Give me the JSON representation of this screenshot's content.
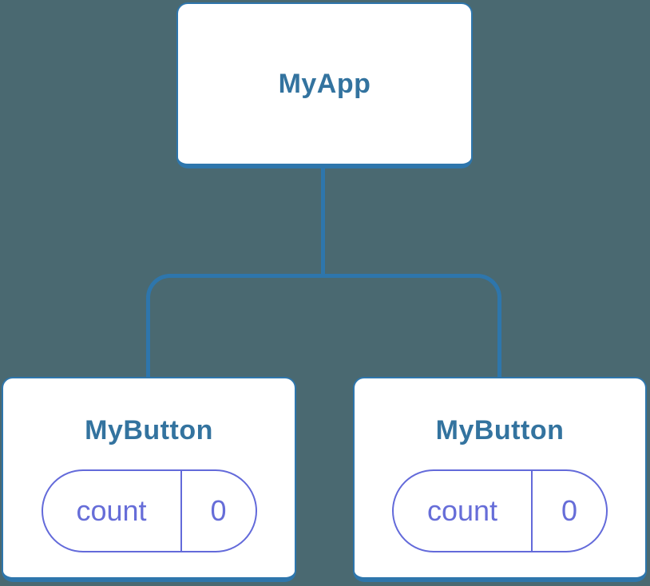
{
  "diagram": {
    "root": {
      "label": "MyApp"
    },
    "children": [
      {
        "label": "MyButton",
        "state_key": "count",
        "state_value": "0"
      },
      {
        "label": "MyButton",
        "state_key": "count",
        "state_value": "0"
      }
    ],
    "colors": {
      "background": "#4a6971",
      "node_background": "#ffffff",
      "connector_blue": "#2e76ac",
      "node_label_blue": "#33739f",
      "state_purple": "#636ada"
    }
  }
}
